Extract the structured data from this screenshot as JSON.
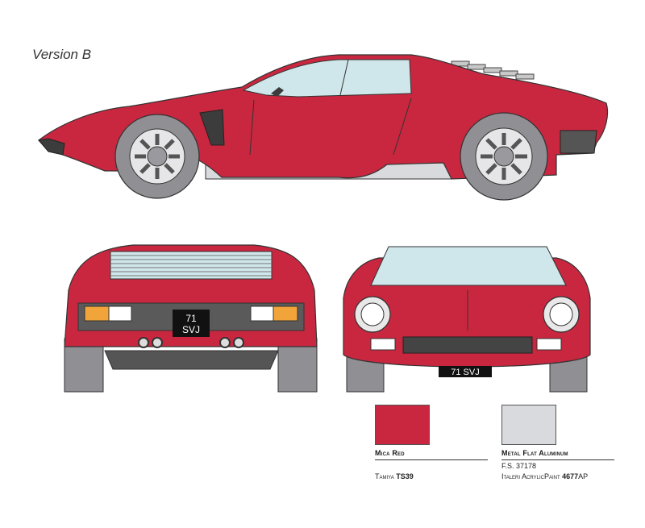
{
  "version_label": "Version B",
  "plates": {
    "rear_line1": "71",
    "rear_line2": "SVJ",
    "front": "71 SVJ"
  },
  "colors": {
    "body_red": "#c8273f",
    "aluminum": "#d8dadd",
    "glass": "#cfe6ea",
    "tire": "#8f8f94",
    "dark_trim": "#3c3c3c"
  },
  "paints": [
    {
      "name": "Mica Red",
      "swatch_color": "#c8273f",
      "fs_code": "",
      "line_prefix": "Tamiya ",
      "line_code": "TS39",
      "line_suffix": ""
    },
    {
      "name": "Metal Flat Aluminum",
      "swatch_color": "#d8dadd",
      "fs_code": "F.S. 37178",
      "line_prefix": "Italeri AcrylicPaint ",
      "line_code": "4677",
      "line_suffix": "AP"
    }
  ]
}
